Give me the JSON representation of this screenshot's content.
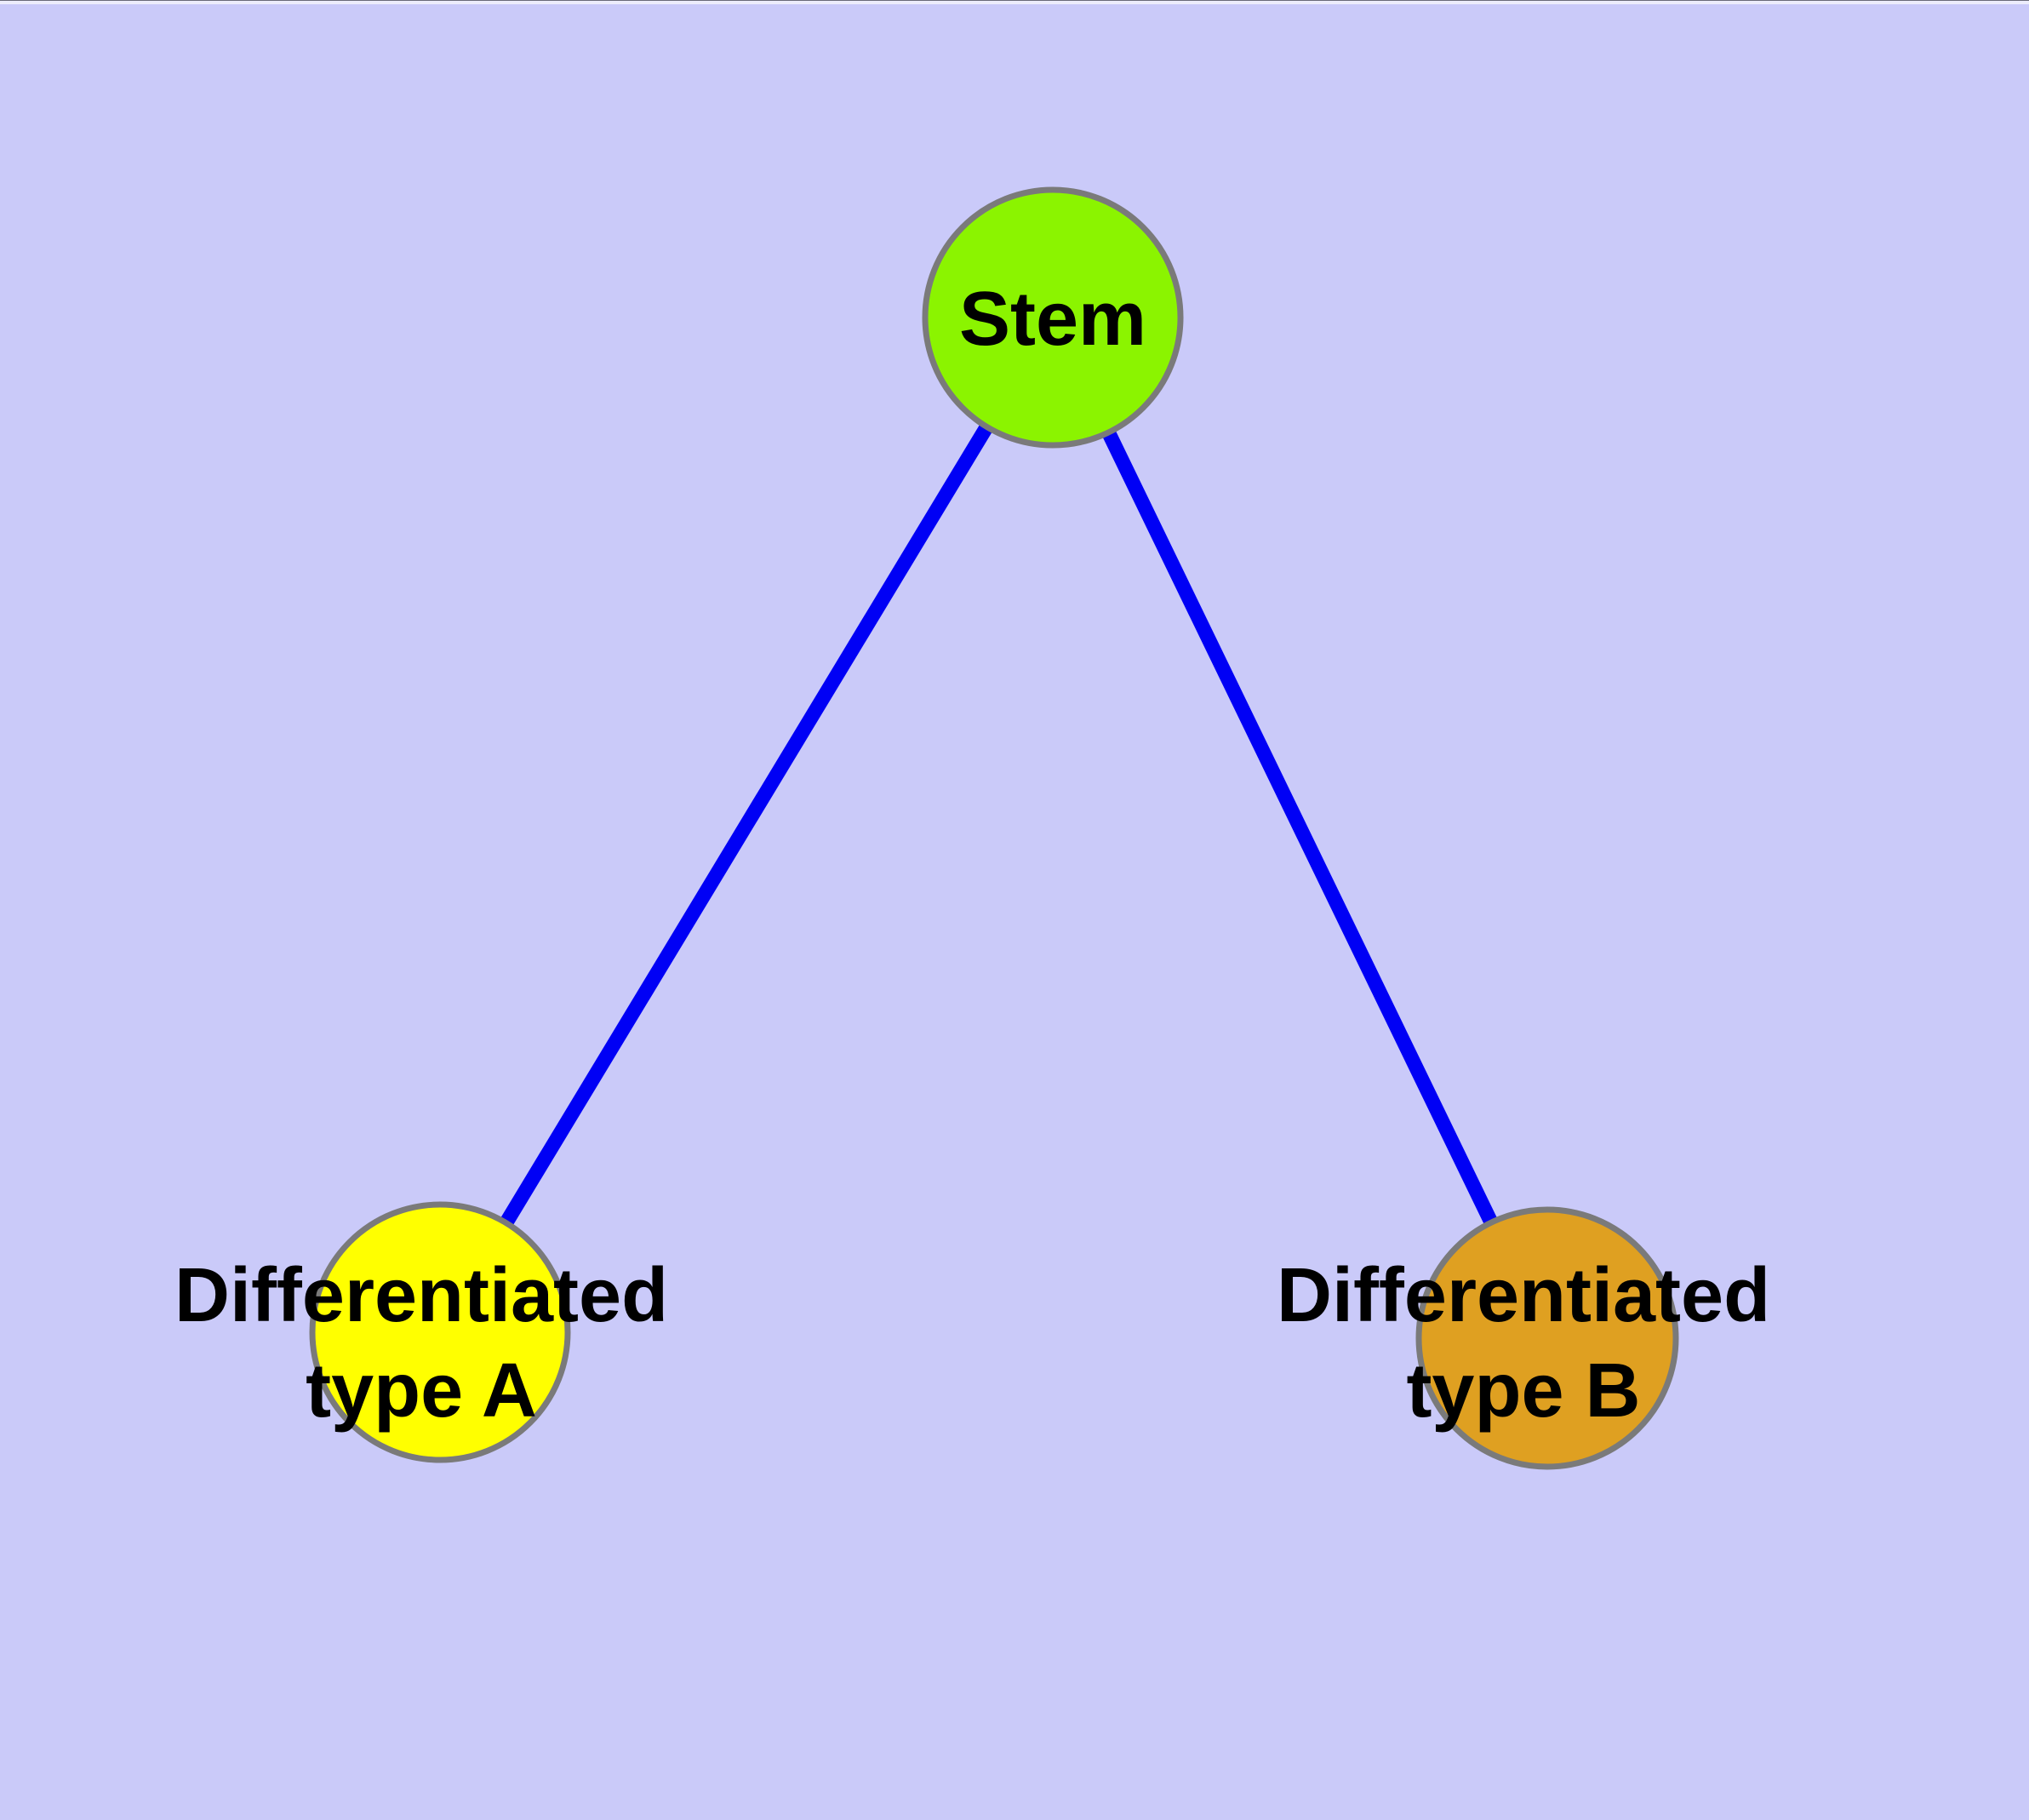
{
  "diagram": {
    "background_color": "#CACAF9",
    "node_border_color": "#7A7A7A",
    "edge_color": "#0000F5",
    "label_color": "#000000",
    "nodes": [
      {
        "id": "stem",
        "label": "Stem",
        "lines": [
          "Stem"
        ],
        "color": "#8BF400"
      },
      {
        "id": "differentiated-type-a",
        "label": "Differentiated type A",
        "lines": [
          "Differentiated",
          "type A"
        ],
        "color": "#FFFF00"
      },
      {
        "id": "differentiated-type-b",
        "label": "Differentiated type B",
        "lines": [
          "Differentiated",
          "type B"
        ],
        "color": "#DFA021"
      }
    ],
    "edges": [
      {
        "from": "Stem",
        "to": "Differentiated type A"
      },
      {
        "from": "Stem",
        "to": "Differentiated type B"
      }
    ]
  }
}
